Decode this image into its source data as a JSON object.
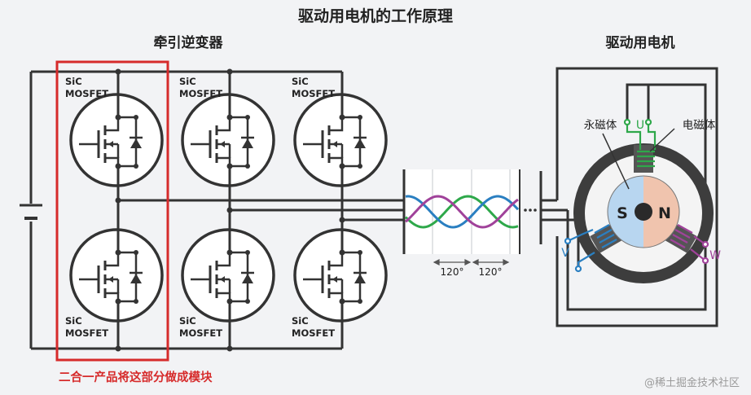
{
  "title": "驱动用电机的工作原理",
  "inverter_label": "牵引逆变器",
  "motor_label": "驱动用电机",
  "mosfet_line1": "SiC",
  "mosfet_line2": "MOSFET",
  "module_note": "二合一产品将这部分做成模块",
  "phase_angle_1": "120°",
  "phase_angle_2": "120°",
  "permanent_magnet_label": "永磁体",
  "electromagnet_label": "电磁体",
  "pole_s": "S",
  "pole_n": "N",
  "phase_u": "U",
  "phase_v": "V",
  "phase_w": "W",
  "watermark": "@稀土掘金技术社区",
  "colors": {
    "highlight_box": "#d62b2b",
    "phase_u": "#2ea84a",
    "phase_v": "#2a7fc1",
    "phase_w": "#a0429a",
    "magnet_s": "#b8d6f0",
    "magnet_n": "#f0c4ae"
  }
}
